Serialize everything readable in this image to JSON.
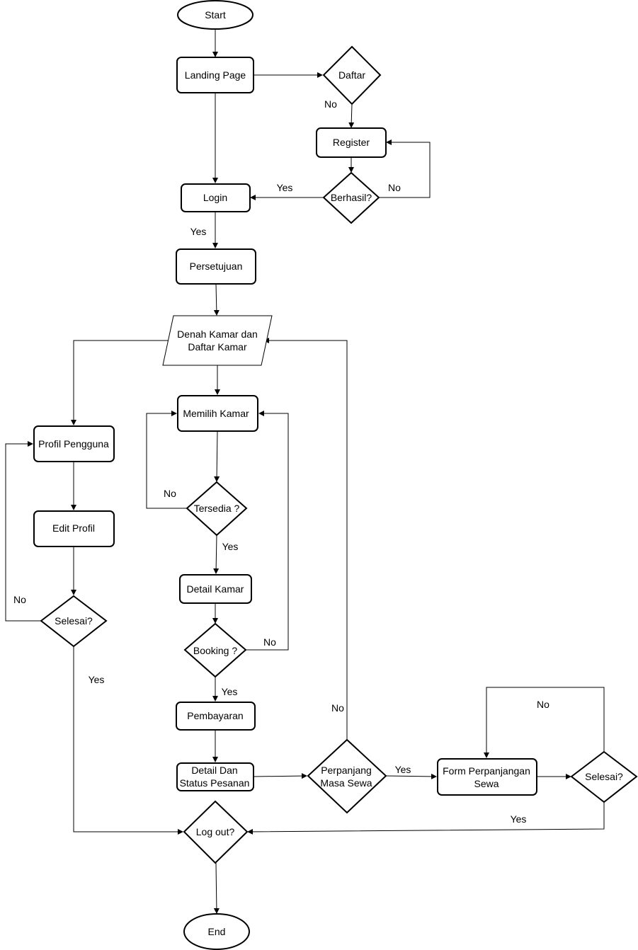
{
  "nodes": {
    "start": "Start",
    "landing": "Landing Page",
    "daftar": "Daftar",
    "register": "Register",
    "berhasil": "Berhasil?",
    "login": "Login",
    "persetujuan": "Persetujuan",
    "denah": [
      "Denah Kamar dan",
      "Daftar Kamar"
    ],
    "profil": "Profil Pengguna",
    "edit_profil": "Edit Profil",
    "selesai_profil": "Selesai?",
    "memilih": "Memilih Kamar",
    "tersedia": "Tersedia ?",
    "detail_kamar": "Detail Kamar",
    "booking": "Booking ?",
    "pembayaran": "Pembayaran",
    "status": [
      "Detail Dan",
      "Status Pesanan"
    ],
    "perpanjang": [
      "Perpanjang",
      "Masa Sewa"
    ],
    "form": [
      "Form Perpanjangan",
      "Sewa"
    ],
    "selesai_form": "Selesai?",
    "logout": "Log out?",
    "end": "End"
  },
  "labels": {
    "daftar_no": "No",
    "berhasil_no": "No",
    "berhasil_yes": "Yes",
    "login_yes": "Yes",
    "tersedia_no": "No",
    "tersedia_yes": "Yes",
    "booking_no": "No",
    "booking_yes": "Yes",
    "selesai_profil_no": "No",
    "selesai_profil_yes": "Yes",
    "perpanjang_no": "No",
    "perpanjang_yes": "Yes",
    "selesai_form_no": "No",
    "selesai_form_yes": "Yes"
  }
}
